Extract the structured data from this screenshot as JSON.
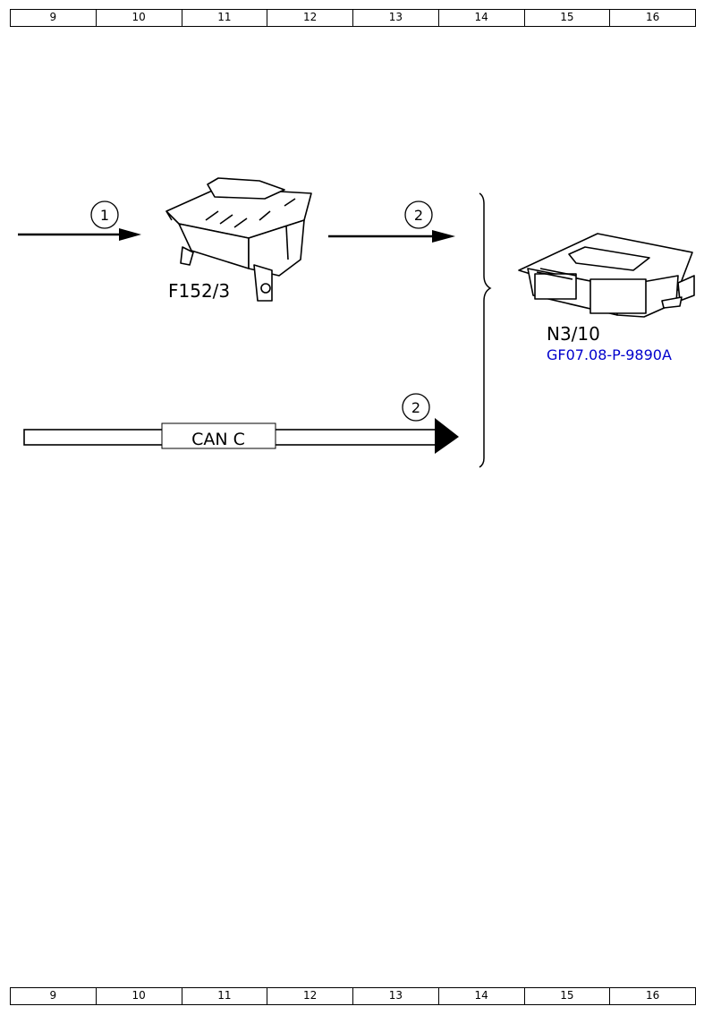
{
  "grid": {
    "columns": [
      "9",
      "10",
      "11",
      "12",
      "13",
      "14",
      "15",
      "16"
    ]
  },
  "diagram": {
    "step_1": "1",
    "step_2_top": "2",
    "step_2_bottom": "2",
    "component_f152": "F152/3",
    "bus_label": "CAN C",
    "component_n310": "N3/10",
    "n310_reference": "GF07.08-P-9890A"
  },
  "colors": {
    "line": "#000000",
    "link": "#0000cc",
    "background": "#ffffff"
  }
}
